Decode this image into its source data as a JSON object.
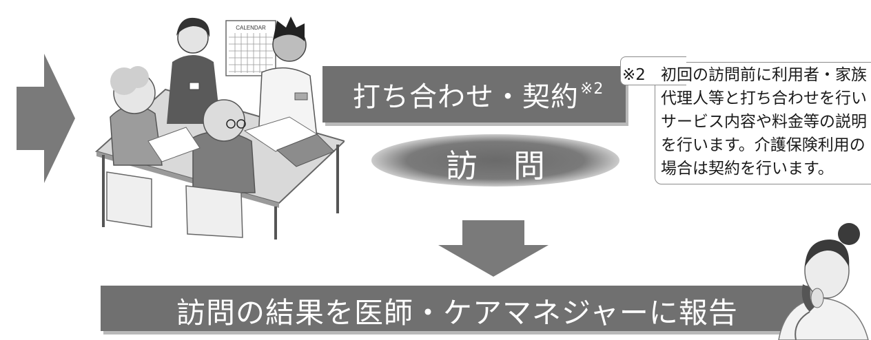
{
  "flow": {
    "meeting_label": "打ち合わせ・契約",
    "meeting_note_ref": "※2",
    "visit_label": "訪問",
    "report_label": "訪問の結果を医師・ケアマネジャーに報告"
  },
  "note": {
    "mark": "※2",
    "lines": [
      "初回の訪問前に利用者・家族・",
      "代理人等と打ち合わせを行い",
      "サービス内容や料金等の説明",
      "を行います。介護保険利用の",
      "場合は契約を行います。"
    ]
  },
  "illustration": {
    "calendar_label": "CALENDAR"
  },
  "colors": {
    "banner": "#707070",
    "shadow": "#b9b9b9",
    "arrow": "#7a7a7a"
  }
}
